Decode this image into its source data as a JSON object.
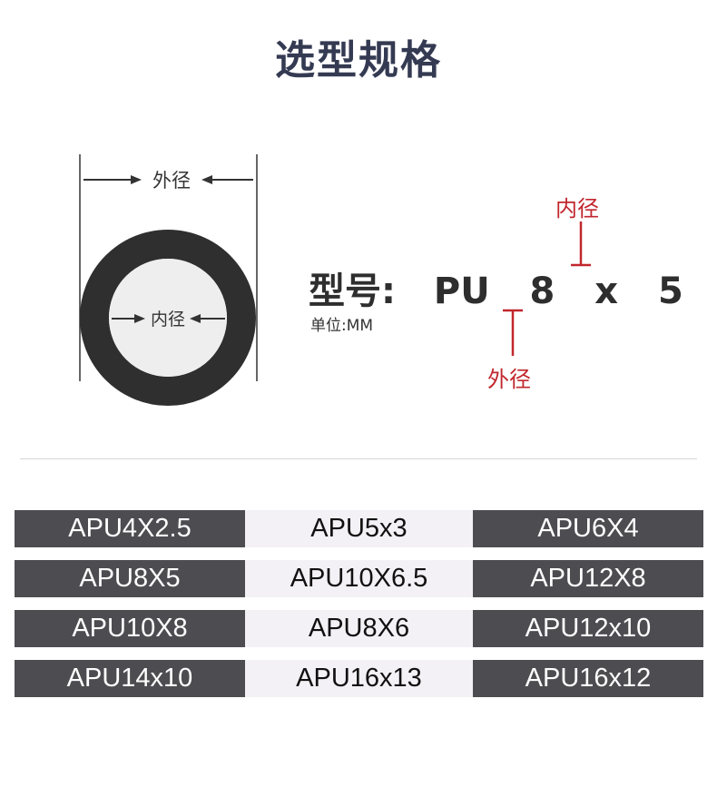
{
  "title": "选型规格",
  "diagram": {
    "outer_label": "外径",
    "inner_label": "内径"
  },
  "model": {
    "prefix": "型号:",
    "series": "PU",
    "outer": "8",
    "separator": "x",
    "inner": "5",
    "unit": "单位:MM",
    "inner_caption": "内径",
    "outer_caption": "外径"
  },
  "colors": {
    "title": "#343a52",
    "accent_red": "#c1272d",
    "dark_cell": "#4d4c51",
    "light_cell": "#f3f1f6"
  },
  "models": [
    {
      "label": "APU4X2.5",
      "style": "dark"
    },
    {
      "label": "APU5x3",
      "style": "light"
    },
    {
      "label": "APU6X4",
      "style": "dark"
    },
    {
      "label": "APU8X5",
      "style": "dark"
    },
    {
      "label": "APU10X6.5",
      "style": "light"
    },
    {
      "label": "APU12X8",
      "style": "dark"
    },
    {
      "label": "APU10X8",
      "style": "dark"
    },
    {
      "label": "APU8X6",
      "style": "light"
    },
    {
      "label": "APU12x10",
      "style": "dark"
    },
    {
      "label": "APU14x10",
      "style": "dark"
    },
    {
      "label": "APU16x13",
      "style": "light"
    },
    {
      "label": "APU16x12",
      "style": "dark"
    }
  ]
}
